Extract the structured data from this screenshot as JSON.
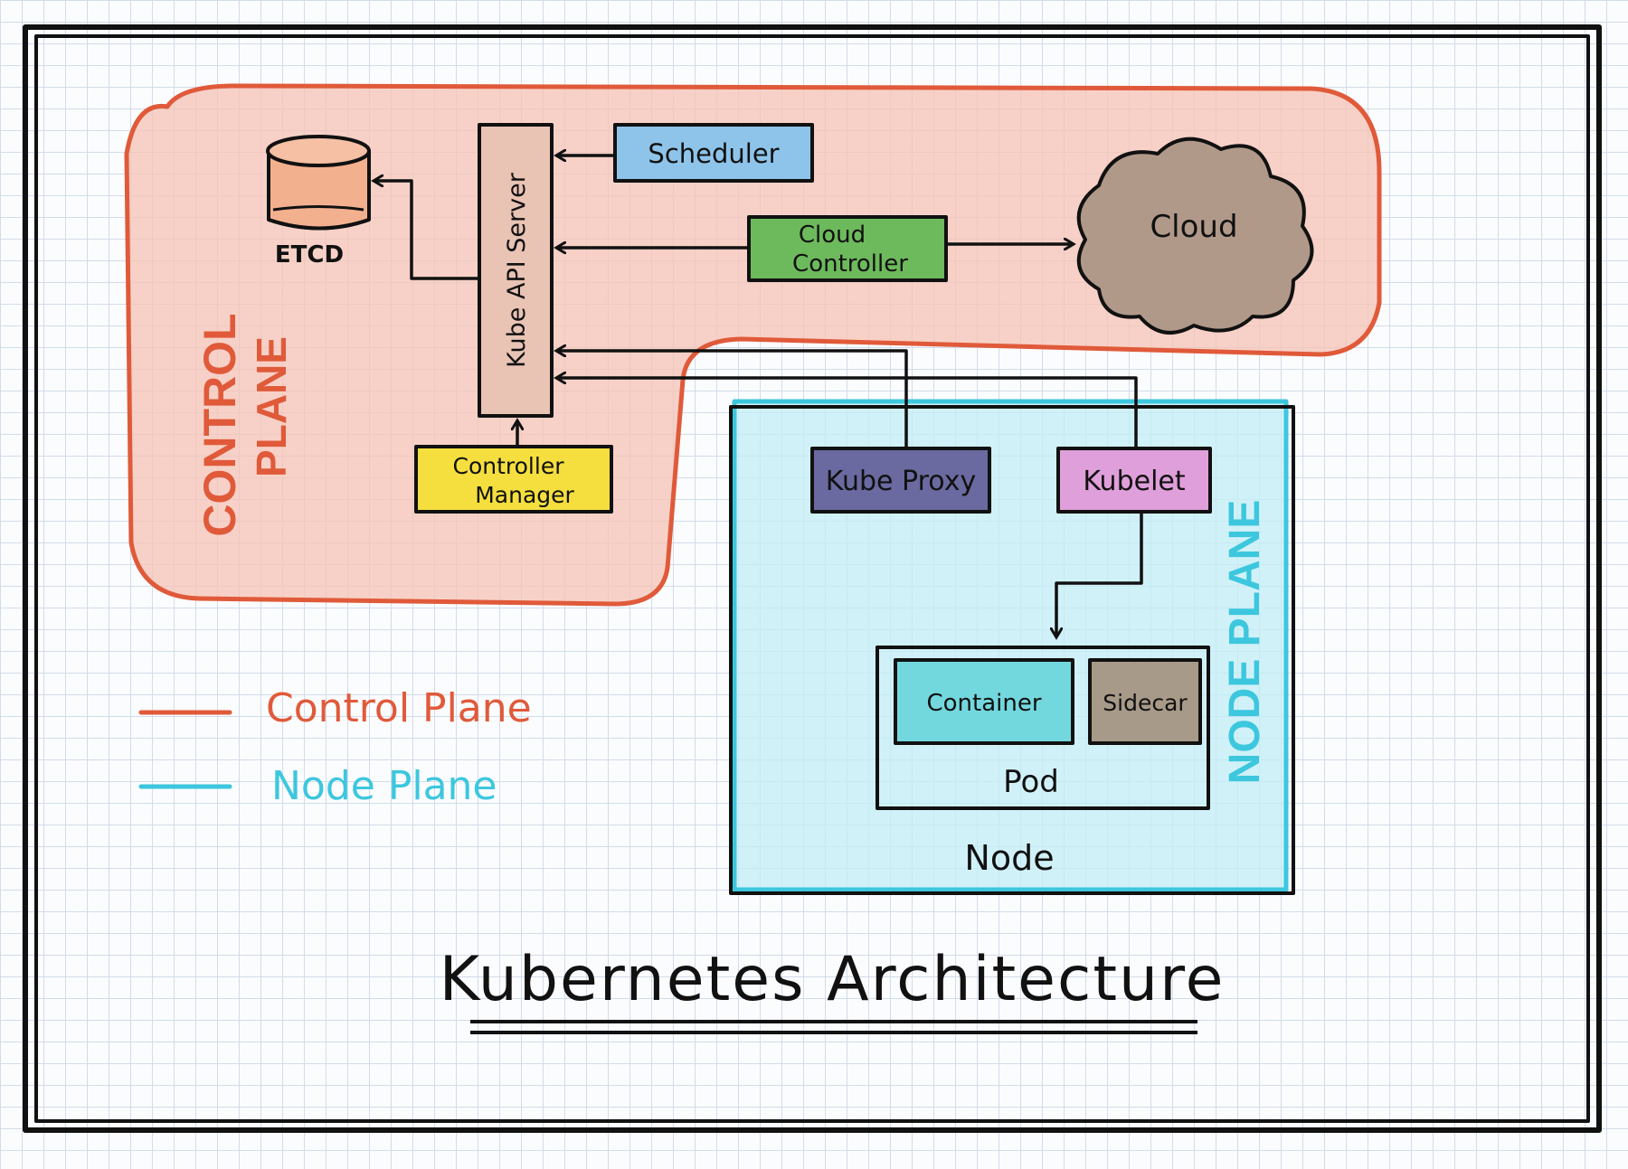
{
  "diagram": {
    "title": "Kubernetes Architecture",
    "control_plane": {
      "label_line1": "CONTROL",
      "label_line2": "PLANE",
      "color": "#e05a3a",
      "fill": "#f6c3b4",
      "components": {
        "etcd": "ETCD",
        "api_server": "Kube API Server",
        "scheduler": "Scheduler",
        "cloud_controller_line1": "Cloud",
        "cloud_controller_line2": "Controller",
        "controller_manager_line1": "Controller",
        "controller_manager_line2": "Manager"
      }
    },
    "cloud": {
      "label": "Cloud",
      "color": "#9a8676"
    },
    "node_plane": {
      "label": "NODE PLANE",
      "color": "#3cc7de",
      "fill": "#c2edf5",
      "node_label": "Node",
      "kube_proxy": "Kube Proxy",
      "kubelet": "Kubelet",
      "pod": {
        "label": "Pod",
        "container": "Container",
        "sidecar": "Sidecar"
      }
    },
    "legend": [
      {
        "label": "Control Plane",
        "color": "#e05a3a"
      },
      {
        "label": "Node Plane",
        "color": "#3cc7de"
      }
    ],
    "component_colors": {
      "etcd": "#f3b08f",
      "scheduler": "#8ec4ea",
      "cloud_controller": "#6dba5c",
      "controller_manager": "#f4df3e",
      "kube_proxy": "#6a6aa0",
      "kubelet": "#df9fda",
      "container": "#72d8de",
      "sidecar": "#a89a88",
      "api_server": "#e9c3b4"
    }
  }
}
